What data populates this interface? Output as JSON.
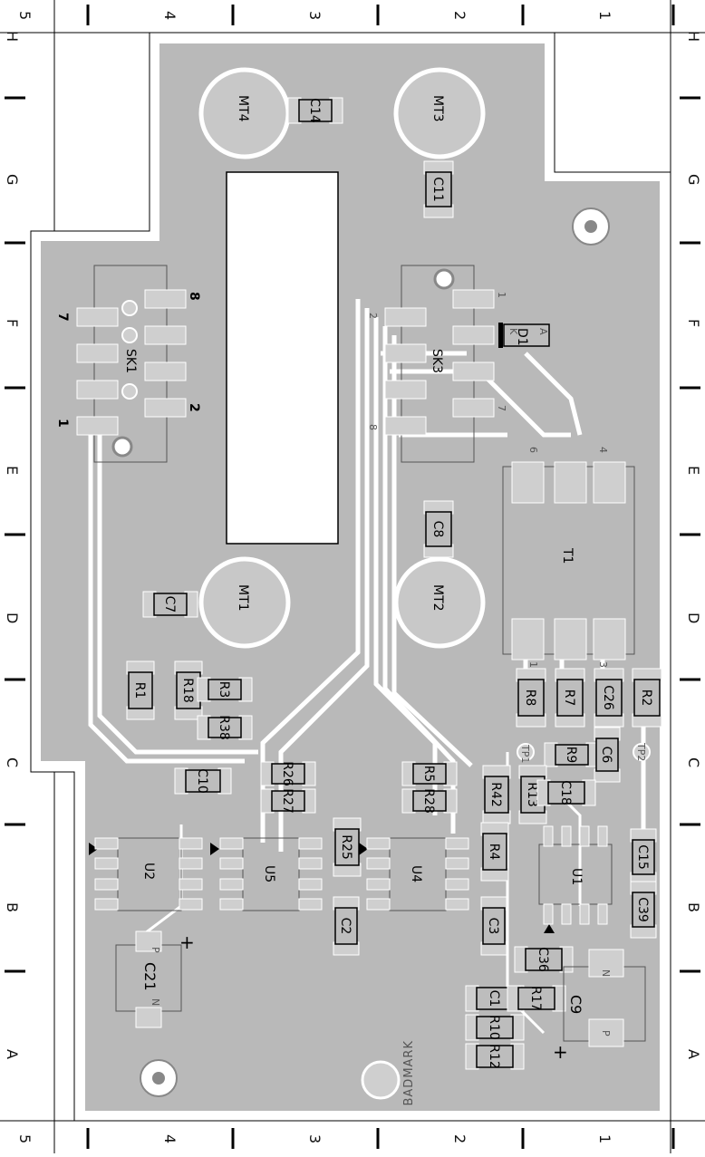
{
  "frame": {
    "left_top": [
      "5",
      "4",
      "3",
      "2",
      "1"
    ],
    "right_top": [
      "H",
      "G",
      "F",
      "E",
      "D",
      "C",
      "B",
      "A"
    ],
    "left_side": [
      "H",
      "G",
      "F",
      "E",
      "D",
      "C",
      "B",
      "A"
    ],
    "bottom": [
      "5",
      "4",
      "3",
      "2",
      "1"
    ]
  },
  "silkscreen": {
    "badmark": "BADMARK",
    "sk1_pins": {
      "p8": "8",
      "p7": "7",
      "p2": "2",
      "p1": "1"
    },
    "sk3_pins": {
      "p1": "1",
      "p2": "2",
      "p7": "7",
      "p8": "8"
    },
    "t1_pins": {
      "p6": "6",
      "p4": "4",
      "p1": "1",
      "p3": "3"
    },
    "c21_marks": {
      "p": "P",
      "n": "N"
    },
    "c9_marks": {
      "n": "N",
      "p": "P"
    },
    "d1_marks": {
      "k": "K",
      "a": "A"
    }
  },
  "components": {
    "mt4": "MT4",
    "mt3": "MT3",
    "mt2": "MT2",
    "mt1": "MT1",
    "c14": "C14",
    "c11": "C11",
    "c8": "C8",
    "c7": "C7",
    "sk1": "SK1",
    "sk3": "SK3",
    "d1": "D1",
    "t1": "T1",
    "r1": "R1",
    "r18": "R18",
    "r3": "R3",
    "r38": "R38",
    "r8": "R8",
    "r7": "R7",
    "c26": "C26",
    "r2": "R2",
    "tp1": "TP1",
    "r9": "R9",
    "c6": "C6",
    "tp2": "TP2",
    "c10": "C10",
    "r26": "R26",
    "r27": "R27",
    "r5": "R5",
    "r28": "R28",
    "r42": "R42",
    "r13": "R13",
    "c18": "C18",
    "r25": "R25",
    "r4": "R4",
    "u2": "U2",
    "u5": "U5",
    "u4": "U4",
    "u1": "U1",
    "c15": "C15",
    "c39": "C39",
    "c2": "C2",
    "c3": "C3",
    "c36": "C36",
    "c21": "C21",
    "c1": "C1",
    "r17": "R17",
    "c9": "C9",
    "r10": "R10",
    "r12": "R12"
  },
  "colors": {
    "copper": "#b9b9b9",
    "silk": "#000000",
    "background": "#ffffff"
  }
}
